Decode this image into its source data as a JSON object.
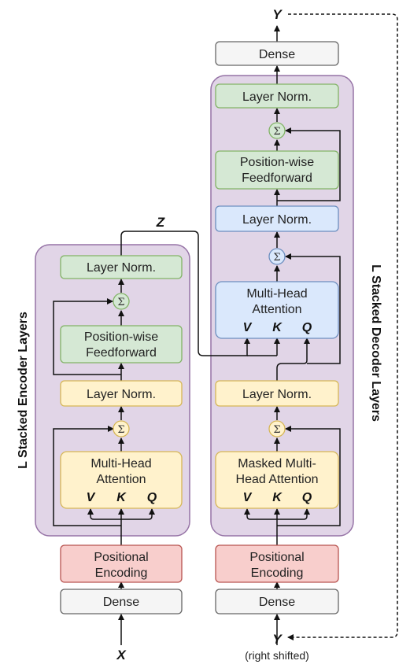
{
  "encoder": {
    "side_label": "L Stacked Encoder Layers",
    "dense": "Dense",
    "positional_encoding": [
      "Positional",
      "Encoding"
    ],
    "attention": [
      "Multi-Head",
      "Attention"
    ],
    "layer_norm_1": "Layer Norm.",
    "feedforward": [
      "Position-wise",
      "Feedforward"
    ],
    "layer_norm_2": "Layer Norm.",
    "input": "X",
    "qkv": [
      "V",
      "K",
      "Q"
    ]
  },
  "decoder": {
    "side_label": "L Stacked Decoder Layers",
    "dense_in": "Dense",
    "positional_encoding": [
      "Positional",
      "Encoding"
    ],
    "masked_attention": [
      "Masked Multi-",
      "Head Attention"
    ],
    "layer_norm_1": "Layer Norm.",
    "cross_attention": [
      "Multi-Head",
      "Attention"
    ],
    "layer_norm_2": "Layer Norm.",
    "feedforward": [
      "Position-wise",
      "Feedforward"
    ],
    "layer_norm_3": "Layer Norm.",
    "dense_out": "Dense",
    "input": "Y",
    "input_note": "(right shifted)",
    "output": "Y",
    "qkv": [
      "V",
      "K",
      "Q"
    ]
  },
  "z_label": "Z",
  "sum_symbol": "Σ",
  "colors": {
    "stack_fill": "#e1d5e7",
    "stack_border": "#9673a6",
    "gray_fill": "#f5f5f5",
    "gray_border": "#666666",
    "red_fill": "#f8cecc",
    "red_border": "#b85450",
    "yellow_fill": "#fff2cc",
    "yellow_border": "#d6b656",
    "green_fill": "#d5e8d4",
    "green_border": "#82b366",
    "blue_fill": "#dae8fc",
    "blue_border": "#6c8ebf"
  }
}
